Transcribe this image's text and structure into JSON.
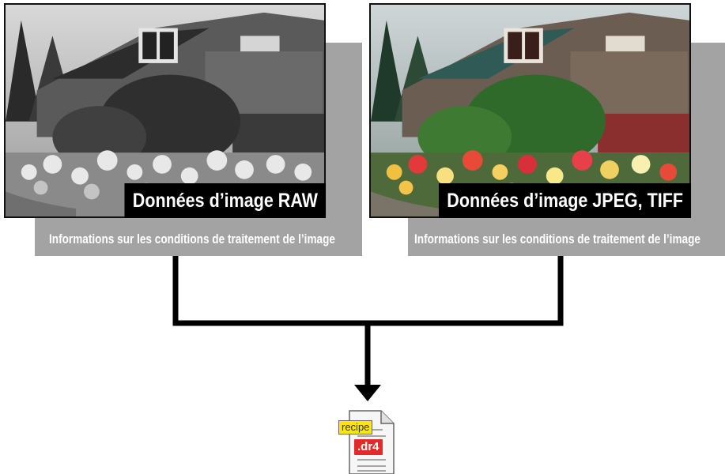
{
  "left_panel": {
    "title": "Données d’image RAW",
    "info": "Informations sur les conditions de traitement de l’image"
  },
  "right_panel": {
    "title": "Données d’image JPEG, TIFF",
    "info": "Informations sur les conditions de traitement de l’image"
  },
  "recipe_file": {
    "tag": "recipe",
    "extension": ".dr4"
  },
  "colors": {
    "info_band": "#a3a3a3",
    "label_bg": "#000000",
    "recipe_tag": "#ffe800",
    "extension_badge": "#e32a2a"
  },
  "icons": [
    "recipe-file-icon",
    "arrow-down-icon"
  ]
}
